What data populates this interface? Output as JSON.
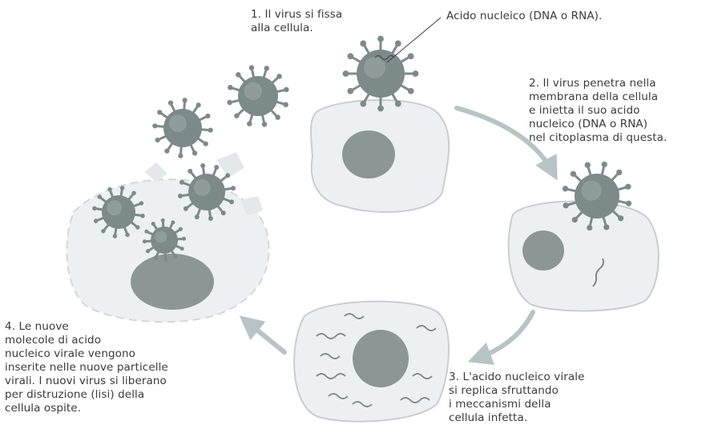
{
  "diagram": {
    "step1": "1. Il virus si fissa\nalla cellula.",
    "nucleic_label": "Acido nucleico (DNA o RNA).",
    "step2": "2. Il virus penetra nella\nmembrana della cellula\ne inietta il suo acido\nnucleico (DNA o RNA)\nnel citoplasma di questa.",
    "step3": "3. L'acido nucleico virale\nsi replica sfruttando\ni meccanismi della\ncellula infetta.",
    "step4": "4. Le nuove\nmolecole di acido\nnucleico virale vengono\ninserite nelle nuove particelle\nvirali. I nuovi virus si liberano\nper distruzione (lisi) della\ncellula ospite."
  },
  "colors": {
    "virus": "#7d8a8a",
    "cell_fill": "#edf0f2",
    "nucleus": "#8c9696",
    "arrow": "#b8c3c5",
    "text": "#3a3a3a"
  }
}
